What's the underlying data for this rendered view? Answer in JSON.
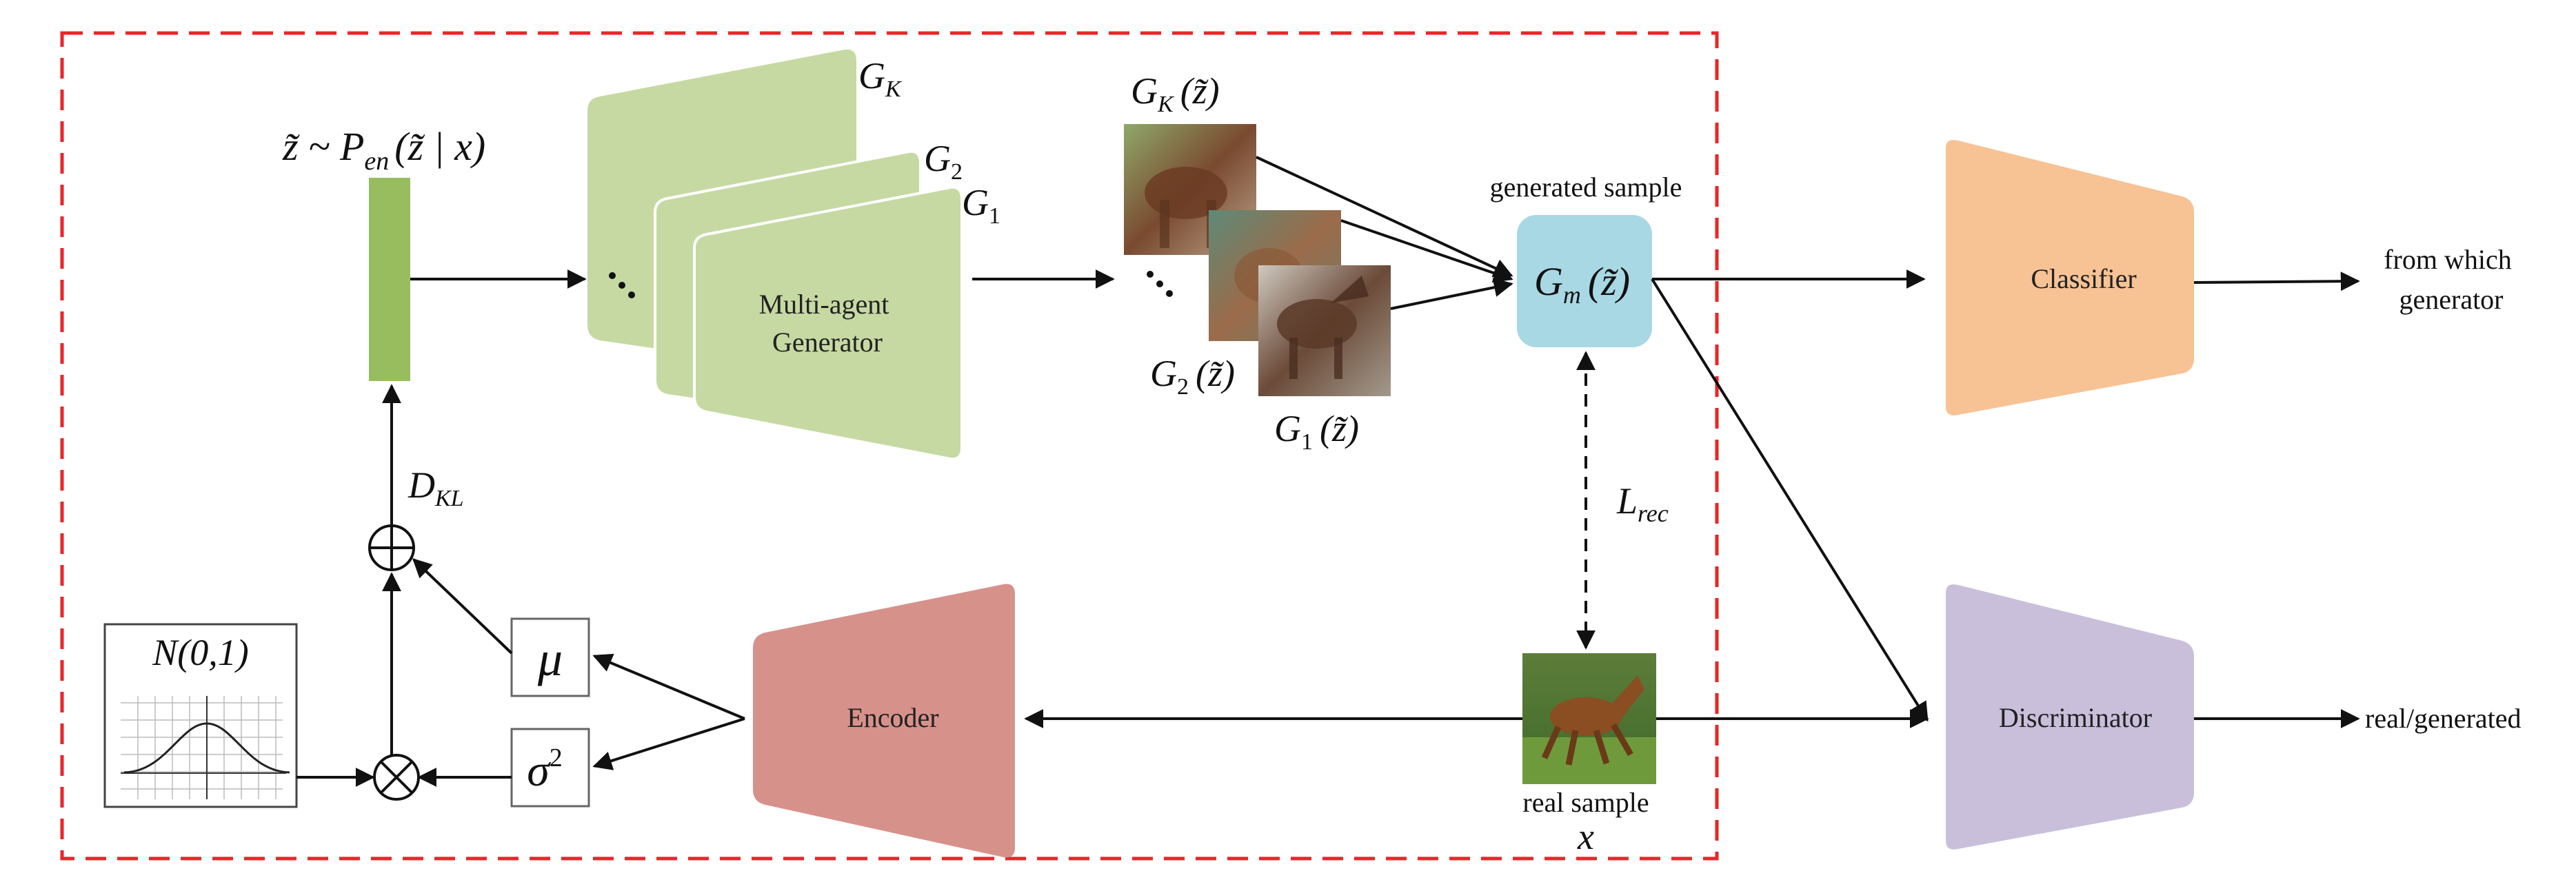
{
  "colors": {
    "dashed_border": "#e8262a",
    "generator": "#c6d9a2",
    "latent_bar": "#97bd5f",
    "generated_box": "#a8d8e4",
    "classifier": "#f7c294",
    "discriminator": "#c9bfdb",
    "encoder": "#d7918b"
  },
  "labels": {
    "latent_prefix": "z̃ ~ P",
    "latent_sub": "en",
    "latent_cond": "(z̃ | x)",
    "gen_k": "G",
    "gen_k_sub": "K",
    "gen_2": "G",
    "gen_2_sub": "2",
    "gen_1": "G",
    "gen_1_sub": "1",
    "multi_agent_line1": "Multi-agent",
    "multi_agent_line2": "Generator",
    "out_k": "G",
    "out_k_sub": "K",
    "out_k_arg": "(z̃)",
    "out_2": "G",
    "out_2_sub": "2",
    "out_2_arg": "(z̃)",
    "out_1": "G",
    "out_1_sub": "1",
    "out_1_arg": "(z̃)",
    "generated_sample": "generated sample",
    "gm": "G",
    "gm_sub": "m",
    "gm_arg": "(z̃)",
    "classifier": "Classifier",
    "classifier_out_line1": "from which",
    "classifier_out_line2": "generator",
    "discriminator": "Discriminator",
    "discriminator_out": "real/generated",
    "l_rec": "L",
    "l_rec_sub": "rec",
    "d_kl": "D",
    "d_kl_sub": "KL",
    "encoder": "Encoder",
    "mu": "μ",
    "sigma": "σ",
    "sigma_sup": "2",
    "normal": "N(0,1)",
    "real_sample": "real sample",
    "x": "x"
  },
  "icons": {
    "sum": "circle-plus-icon",
    "product": "circle-times-icon"
  }
}
